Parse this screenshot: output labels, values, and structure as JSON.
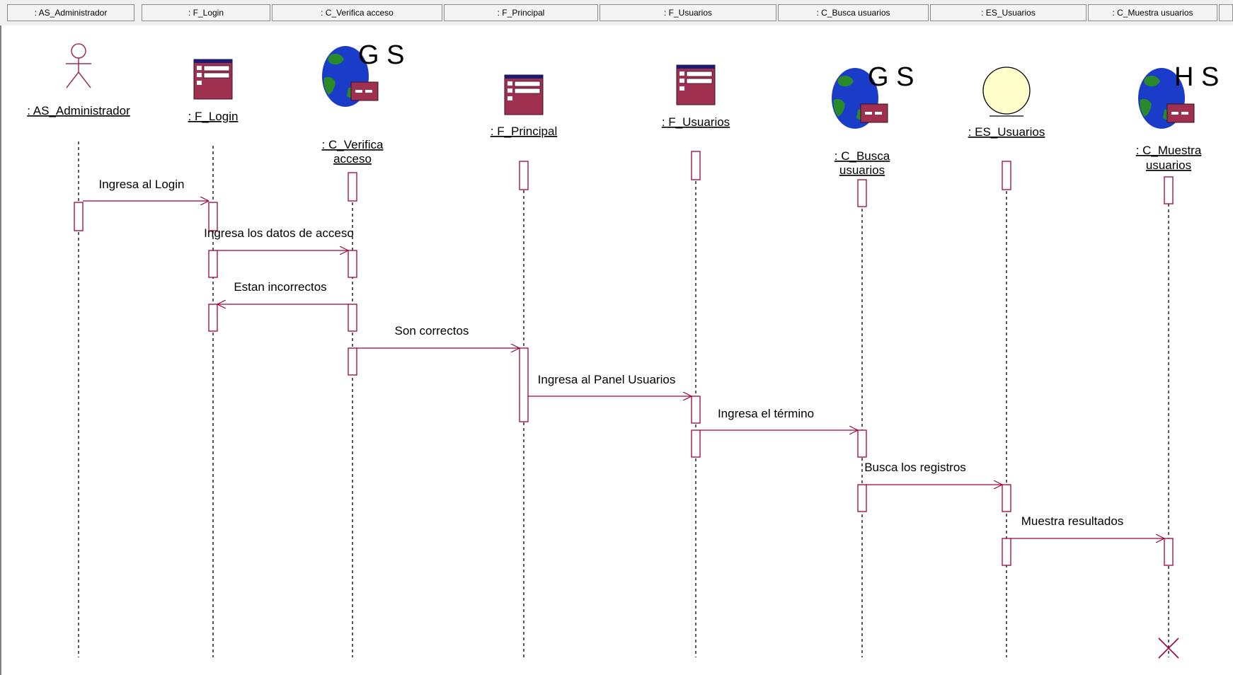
{
  "header": {
    "columns": [
      ": AS_Administrador",
      ": F_Login",
      ": C_Verifica acceso",
      ": F_Principal",
      ": F_Usuarios",
      ": C_Busca usuarios",
      ": ES_Usuarios",
      ": C_Muestra usuarios"
    ]
  },
  "objects": [
    {
      "kind": "actor",
      "label_lines": [
        ": AS_Administrador"
      ]
    },
    {
      "kind": "boundary-form",
      "label_lines": [
        ": F_Login"
      ]
    },
    {
      "kind": "control-globe",
      "badge": "G S",
      "label_lines": [
        ": C_Verifica",
        "acceso"
      ]
    },
    {
      "kind": "boundary-form",
      "label_lines": [
        ": F_Principal"
      ]
    },
    {
      "kind": "boundary-form",
      "label_lines": [
        ": F_Usuarios"
      ]
    },
    {
      "kind": "control-globe",
      "badge": "G S",
      "label_lines": [
        ": C_Busca",
        "usuarios"
      ]
    },
    {
      "kind": "entity-circle",
      "label_lines": [
        ": ES_Usuarios"
      ]
    },
    {
      "kind": "control-globe",
      "badge": "H S",
      "label_lines": [
        ": C_Muestra",
        "usuarios"
      ]
    }
  ],
  "messages": [
    {
      "label": "Ingresa al Login",
      "from": 0,
      "to": 1
    },
    {
      "label": "Ingresa los datos de acceso",
      "from": 1,
      "to": 2
    },
    {
      "label": "Estan incorrectos",
      "from": 2,
      "to": 1
    },
    {
      "label": "Son correctos",
      "from": 2,
      "to": 3
    },
    {
      "label": "Ingresa al Panel Usuarios",
      "from": 3,
      "to": 4
    },
    {
      "label": "Ingresa el término",
      "from": 4,
      "to": 5
    },
    {
      "label": "Busca los registros",
      "from": 5,
      "to": 6
    },
    {
      "label": "Muestra resultados",
      "from": 6,
      "to": 7
    }
  ],
  "colors": {
    "message_line": "#a0003c",
    "activation_border": "#a0003c",
    "lifeline": "#000000",
    "entity_fill": "#ffffcc",
    "form_fill": "#a03050",
    "globe_blue": "#1a3cc8",
    "globe_green": "#2a8a2a"
  }
}
